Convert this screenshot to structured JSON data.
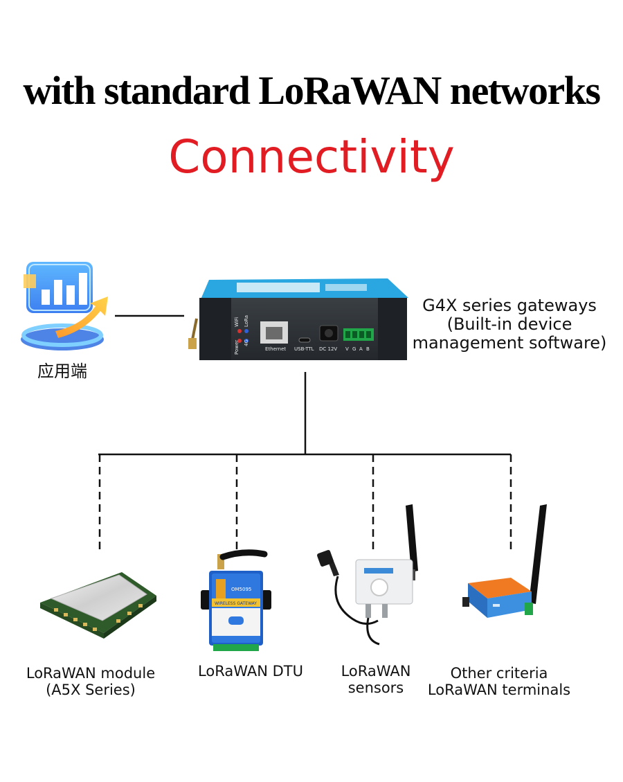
{
  "header": {
    "headline": "with standard LoRaWAN networks",
    "subhead": "Connectivity"
  },
  "colors": {
    "accent_red": "#e11c23",
    "line": "#111111",
    "gateway_body": "#2e3236",
    "gateway_label": "#2aa7e0",
    "terminal_green": "#21a64a"
  },
  "nodes": {
    "application": {
      "label": "应用端",
      "icon": "analytics-chart-icon"
    },
    "gateway": {
      "label_lines": [
        "G4X series gateways",
        "(Built-in device",
        "management software)"
      ],
      "ports": [
        "Ethernet",
        "USB-TTL",
        "DC 12V"
      ],
      "terminal_pins": [
        "V",
        "G",
        "A",
        "B"
      ],
      "leds": [
        "Power",
        "4G",
        "WiFi",
        "LoRa"
      ]
    },
    "devices": [
      {
        "label_lines": [
          "LoRaWAN module",
          "(A5X Series)"
        ],
        "icon": "lora-module-icon"
      },
      {
        "label_lines": [
          "LoRaWAN DTU"
        ],
        "icon": "dtu-device-icon",
        "device_text": [
          "OM5095",
          "WIRELESS GATEWAY"
        ]
      },
      {
        "label_lines": [
          "LoRaWAN",
          "sensors"
        ],
        "icon": "sensor-device-icon"
      },
      {
        "label_lines": [
          "Other criteria",
          "LoRaWAN terminals"
        ],
        "icon": "terminal-device-icon"
      }
    ]
  }
}
